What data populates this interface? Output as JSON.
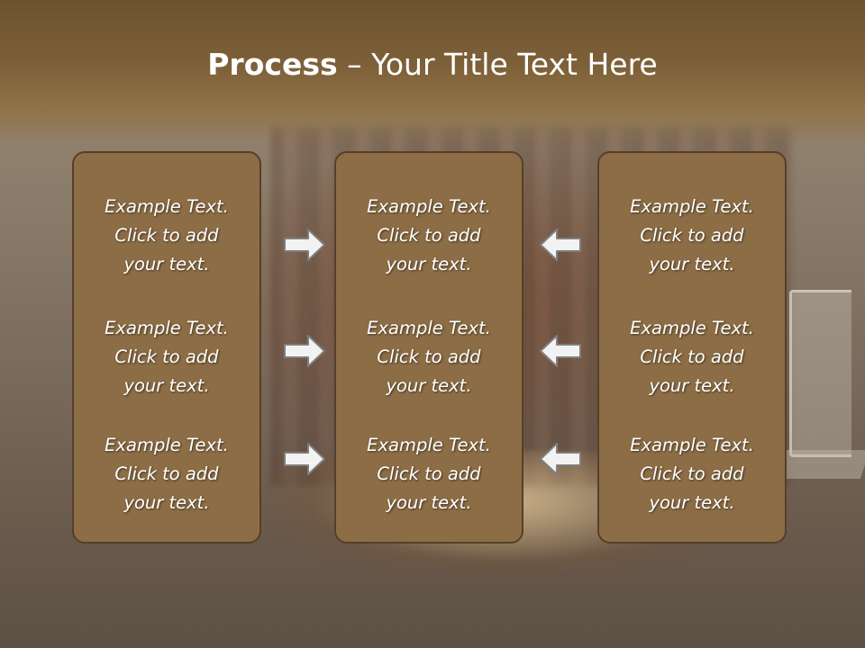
{
  "slide": {
    "title_bold": "Process",
    "title_rest": " – Your Title Text Here"
  },
  "columns": [
    {
      "items": [
        [
          "Example Text.",
          "Click  to add",
          "your text."
        ],
        [
          "Example Text.",
          "Click  to add",
          "your text."
        ],
        [
          "Example Text.",
          "Click  to add",
          "your text."
        ]
      ]
    },
    {
      "items": [
        [
          "Example Text.",
          "Click  to add",
          "your text."
        ],
        [
          "Example Text.",
          "Click  to add",
          "your text."
        ],
        [
          "Example Text.",
          "Click  to add",
          "your text."
        ]
      ]
    },
    {
      "items": [
        [
          "Example Text.",
          "Click  to add",
          "your text."
        ],
        [
          "Example Text.",
          "Click  to add",
          "your text."
        ],
        [
          "Example Text.",
          "Click  to add",
          "your text."
        ]
      ]
    }
  ],
  "arrows": {
    "left_group": "arrow-right-icon",
    "right_group": "arrow-left-icon"
  },
  "colors": {
    "box_fill": "#8c6d45",
    "box_border": "#55402a",
    "title_band": "#7d6038",
    "arrow_fill": "#f2f2f2",
    "arrow_stroke": "#7f7f7f"
  }
}
